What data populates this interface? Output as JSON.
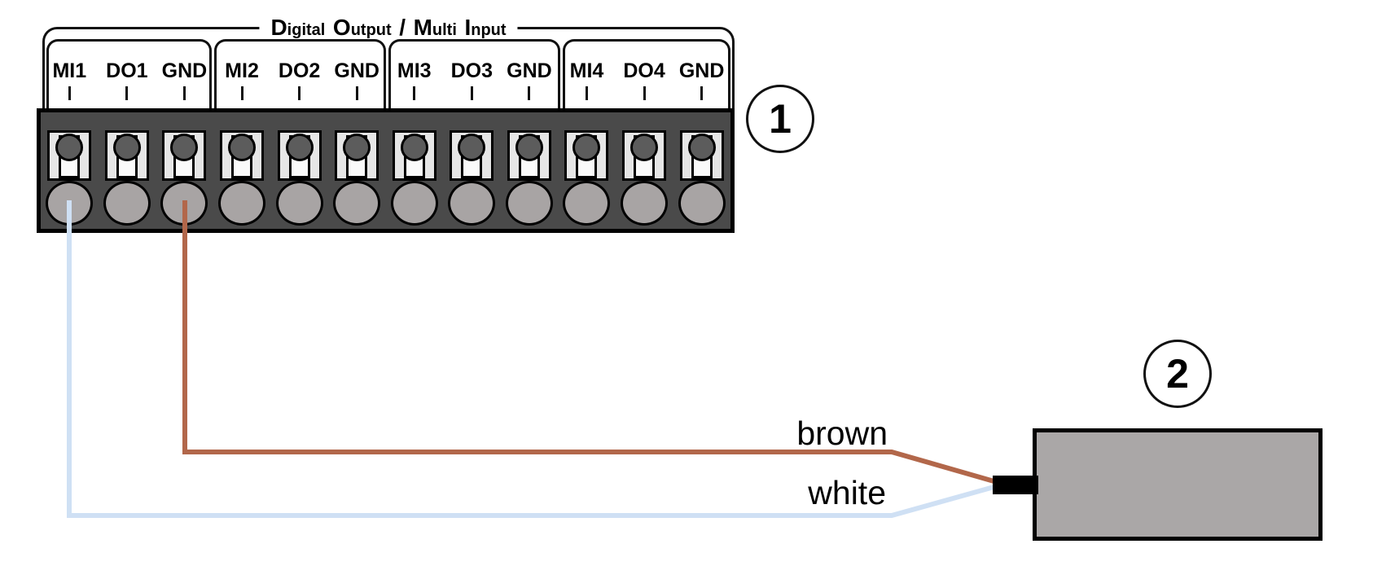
{
  "figure": {
    "type": "wiring-diagram",
    "background": "#ffffff"
  },
  "callouts": [
    "1",
    "2"
  ],
  "terminal_block": {
    "title": "Digital Output / Multi Input",
    "title_words": [
      "Digital",
      "Output",
      "/",
      "Multi",
      "Input"
    ],
    "terminals": [
      "MI1",
      "DO1",
      "GND",
      "MI2",
      "DO2",
      "GND",
      "MI3",
      "DO3",
      "GND",
      "MI4",
      "DO4",
      "GND"
    ],
    "colors": {
      "body": "#4a4a4a",
      "slot": "#e6e6e6",
      "keyway": "#fafafa",
      "screw": "#5c5c5c",
      "port": "#a8a4a4"
    }
  },
  "wires": [
    {
      "label": "brown",
      "color": "#b2674a",
      "from_terminal": "GND",
      "to": "device-connector"
    },
    {
      "label": "white",
      "color": "#cfe0f4",
      "from_terminal": "MI1",
      "to": "device-connector"
    }
  ],
  "device": {
    "color": "#aaa7a7",
    "connector_color": "#000000"
  }
}
